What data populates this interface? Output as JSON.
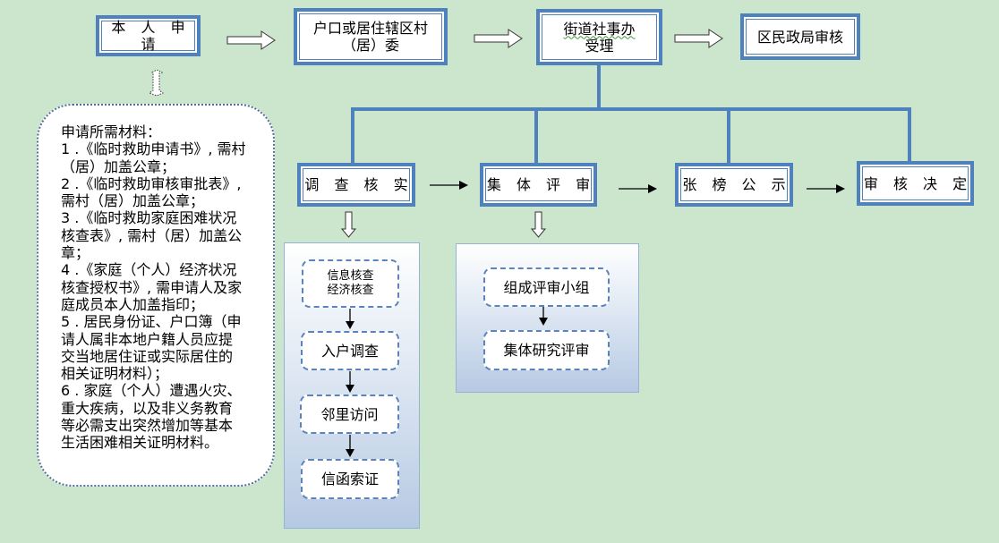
{
  "colors": {
    "background": "#cce6cd",
    "node_border": "#4f81bd",
    "connector": "#4f81bd",
    "step_border": "#5a84bb"
  },
  "top_flow": [
    {
      "id": "apply",
      "lines": [
        "本 人 申 请"
      ]
    },
    {
      "id": "village",
      "lines": [
        "户口或居住辖区村",
        "（居）委"
      ]
    },
    {
      "id": "street",
      "lines": [
        "街道社事办",
        "受理"
      ]
    },
    {
      "id": "district",
      "lines": [
        "区民政局审核"
      ]
    }
  ],
  "bottom_flow": [
    {
      "id": "investigate",
      "label": "调 查 核 实"
    },
    {
      "id": "review",
      "label": "集 体 评 审"
    },
    {
      "id": "publicize",
      "label": "张 榜 公 示"
    },
    {
      "id": "decide",
      "label": "审 核 决 定"
    }
  ],
  "materials": {
    "title": "申请所需材料：",
    "items": [
      "1 .《临时救助申请书》, 需村（居）加盖公章；",
      "2 .《临时救助审核审批表》, 需村（居）加盖公章；",
      "3 .《临时救助家庭困难状况核查表》, 需村（居）加盖公章；",
      "4 .《家庭（个人）经济状况核查授权书》, 需申请人及家庭成员本人加盖指印；",
      "5 . 居民身份证、户口簿（申请人属非本地户籍人员应提交当地居住证或实际居住的相关证明材料）；",
      "6 . 家庭（个人）遭遇火灾、重大疾病，以及非义务教育等必需支出突然增加等基本生活困难相关证明材料。"
    ],
    "lines": [
      "申请所需材料：",
      "1 .《临时救助申请书》, 需村",
      "（居）加盖公章；",
      "2 .《临时救助审核审批表》,",
      "需村（居）加盖公章；",
      "3 .《临时救助家庭困难状况",
      "核查表》, 需村（居）加盖公",
      "章；",
      "4 .《家庭（个人）经济状况",
      "核查授权书》, 需申请人及家",
      "庭成员本人加盖指印；",
      "5 . 居民身份证、户口簿（申",
      "请人属非本地户籍人员应提",
      "交当地居住证或实际居住的",
      "相关证明材料）；",
      "6 . 家庭（个人）遭遇火灾、",
      "重大疾病，以及非义务教育",
      "等必需支出突然增加等基本",
      "生活困难相关证明材料。"
    ]
  },
  "investigation_steps": [
    {
      "lines": [
        "信息核查",
        "经济核查"
      ]
    },
    {
      "lines": [
        "入户调查"
      ]
    },
    {
      "lines": [
        "邻里访问"
      ]
    },
    {
      "lines": [
        "信函索证"
      ]
    }
  ],
  "review_steps": [
    {
      "lines": [
        "组成评审小组"
      ]
    },
    {
      "lines": [
        "集体研究评审"
      ]
    }
  ]
}
